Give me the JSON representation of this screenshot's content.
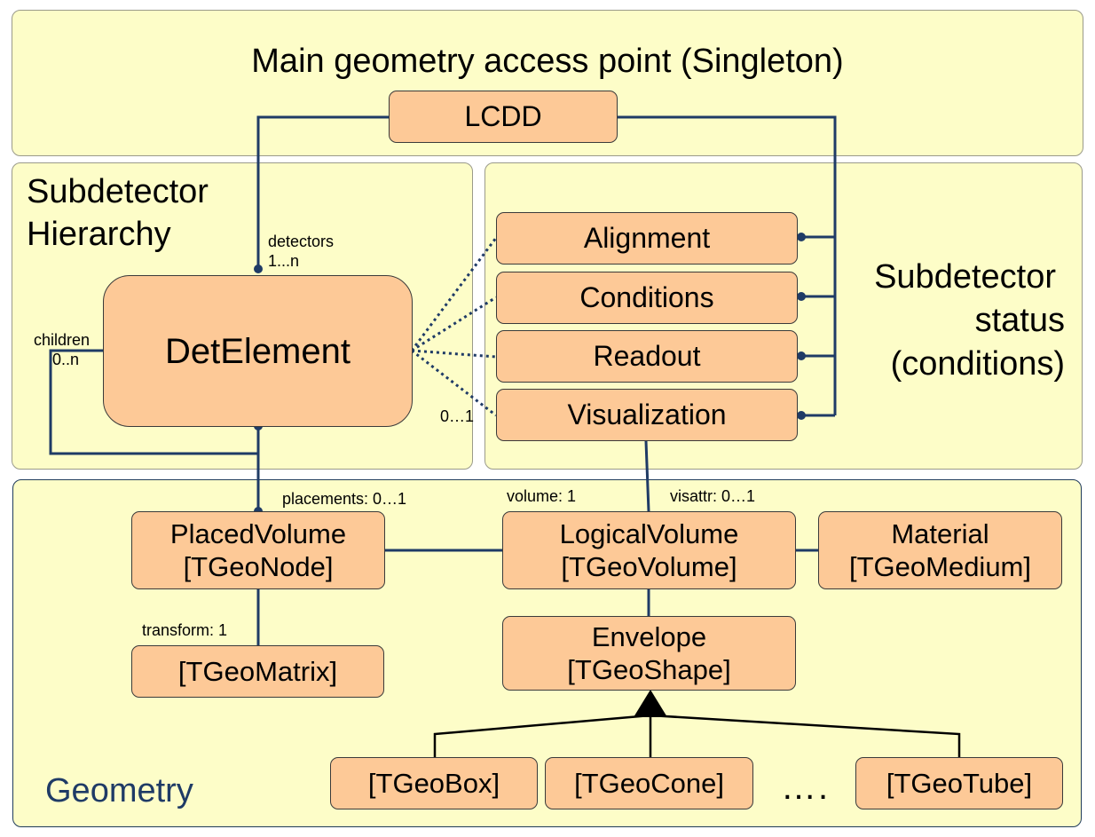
{
  "title": "Main geometry access point (Singleton)",
  "panels": {
    "hierarchy_title": [
      "Subdetector",
      "Hierarchy"
    ],
    "status_title": [
      "Subdetector",
      "status",
      "(conditions)"
    ],
    "geometry_title": "Geometry"
  },
  "nodes": {
    "lcdd": "LCDD",
    "detelement": "DetElement",
    "alignment": "Alignment",
    "conditions": "Conditions",
    "readout": "Readout",
    "visualization": "Visualization",
    "placed_volume": [
      "PlacedVolume",
      "[TGeoNode]"
    ],
    "tgeomatrix": "[TGeoMatrix]",
    "logical_volume": [
      "LogicalVolume",
      "[TGeoVolume]"
    ],
    "material": [
      "Material",
      "[TGeoMedium]"
    ],
    "envelope": [
      "Envelope",
      "[TGeoShape]"
    ],
    "tgeobox": "[TGeoBox]",
    "tgeocone": "[TGeoCone]",
    "tgeotube": "[TGeoTube]",
    "ellipsis": "…."
  },
  "labels": {
    "detectors": [
      "detectors",
      "1...n"
    ],
    "children": [
      "children",
      "0..n"
    ],
    "status_multiplicity": "0…1",
    "placements": "placements: 0…1",
    "volume": "volume: 1",
    "visattr": "visattr: 0…1",
    "transform": "transform: 1"
  },
  "colors": {
    "panel_fill": "#fdfdc8",
    "box_fill": "#fdc997",
    "line": "#1f3b66",
    "geometry_title": "#1f3b66"
  }
}
